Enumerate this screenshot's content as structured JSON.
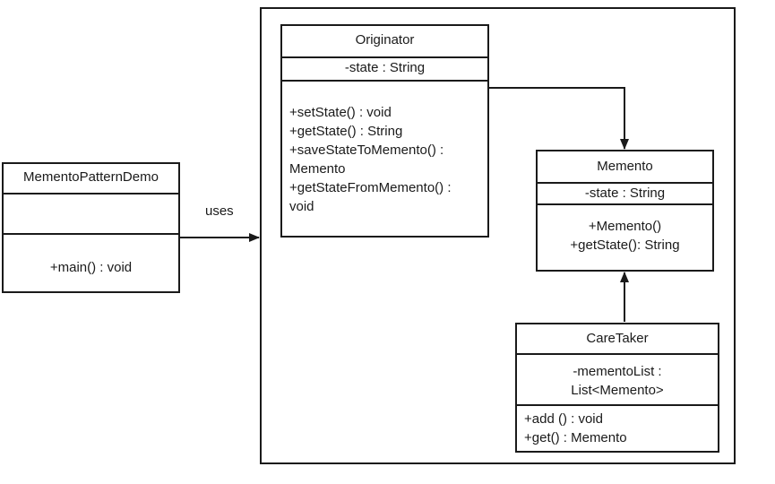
{
  "classes": {
    "demo": {
      "name": "MementoPatternDemo",
      "attributes": [],
      "operations": [
        "+main()  : void"
      ]
    },
    "originator": {
      "name": "Originator",
      "attributes": [
        "-state : String"
      ],
      "operations": [
        "+setState()  : void",
        "+getState() : String",
        "+saveStateToMemento()   :",
        "Memento",
        "+getStateFromMemento()   :",
        "void"
      ]
    },
    "memento": {
      "name": "Memento",
      "attributes": [
        "-state : String"
      ],
      "operations": [
        "+Memento()",
        "+getState(): String"
      ]
    },
    "caretaker": {
      "name": "CareTaker",
      "attributes": [
        "-mementoList   :",
        "List<Memento>"
      ],
      "operations": [
        "+add ()  : void",
        "+get()  : Memento"
      ]
    }
  },
  "relations": {
    "uses_label": "uses"
  }
}
